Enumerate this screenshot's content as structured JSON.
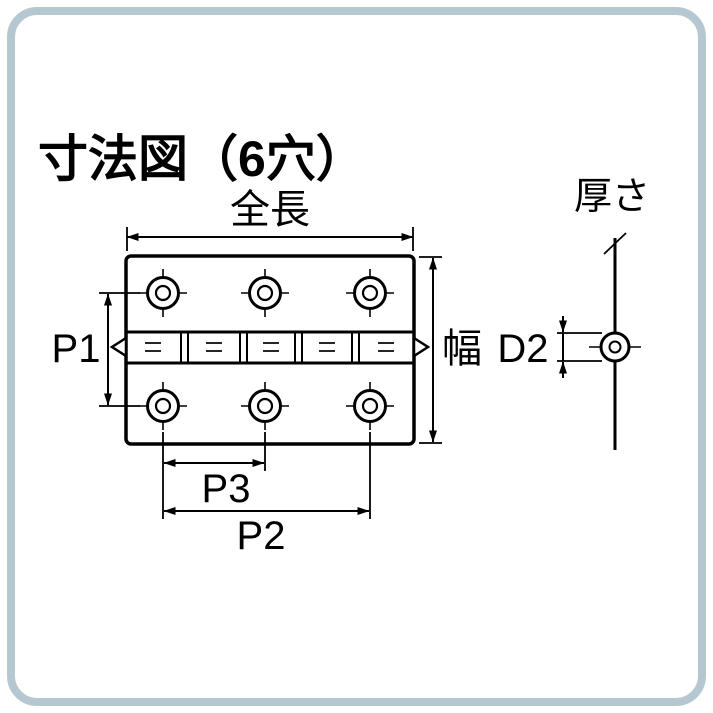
{
  "diagram": {
    "title": "寸法図（6穴）",
    "labels": {
      "overall_length": "全長",
      "width": "幅",
      "thickness": "厚さ",
      "p1": "P1",
      "p2": "P2",
      "p3": "P3",
      "d2": "D2"
    },
    "hole_count": 6,
    "colors": {
      "frame": "#b5c8d2",
      "line": "#000000",
      "background": "#ffffff"
    }
  }
}
